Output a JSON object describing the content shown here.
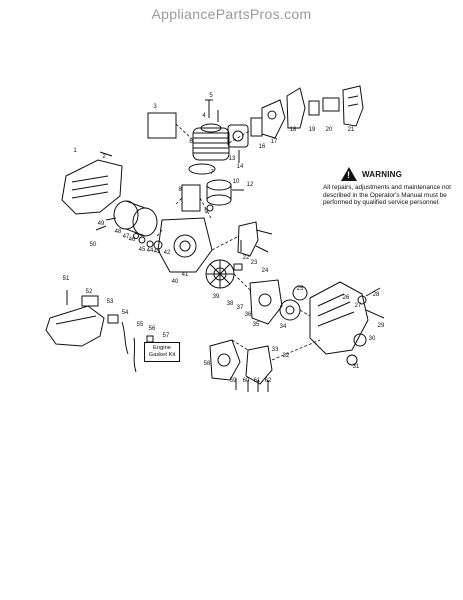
{
  "header": {
    "site": "AppliancePartsPros.com"
  },
  "warning": {
    "title": "WARNING",
    "text": "All repairs, adjustments and maintenance not described in the Operator's Manual must be performed by qualified service personnel."
  },
  "kit_label": "Engine Gasket Kit",
  "callouts": [
    "1",
    "2",
    "3",
    "4",
    "5",
    "6",
    "7",
    "8",
    "9",
    "10",
    "12",
    "13",
    "14",
    "16",
    "17",
    "18",
    "19",
    "20",
    "21",
    "22",
    "23",
    "24",
    "25",
    "26",
    "27",
    "28",
    "29",
    "30",
    "31",
    "32",
    "33",
    "34",
    "35",
    "36",
    "37",
    "38",
    "39",
    "40",
    "41",
    "42",
    "43",
    "44",
    "45",
    "46",
    "47",
    "48",
    "49",
    "50",
    "51",
    "52",
    "53",
    "54",
    "55",
    "56",
    "57",
    "58",
    "59",
    "60",
    "61",
    "62"
  ]
}
